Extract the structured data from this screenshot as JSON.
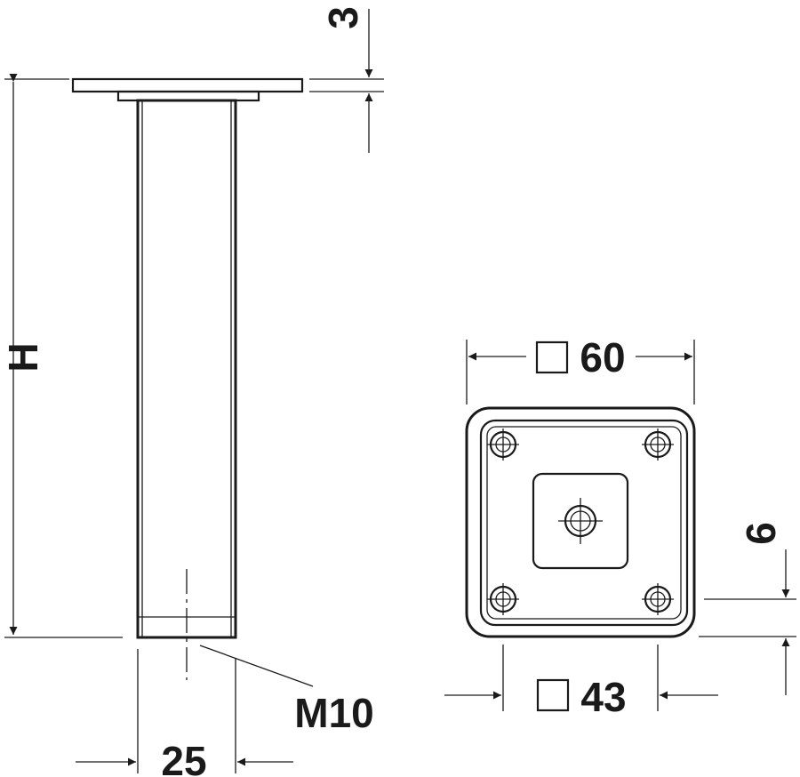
{
  "dimensions": {
    "plate_thickness": "3",
    "height": "H",
    "thread": "M10",
    "tube_width": "25",
    "plate_size": "60",
    "hole_spacing": "43",
    "hole_offset": "6"
  },
  "colors": {
    "line": "#1a1a1a",
    "background": "#ffffff"
  }
}
